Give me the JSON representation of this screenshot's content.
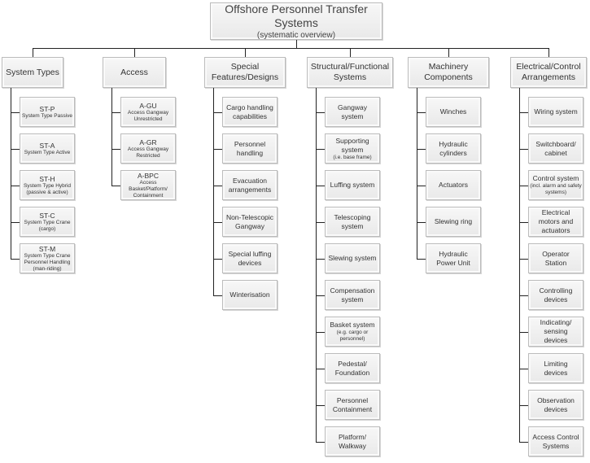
{
  "diagram": {
    "title": "Offshore Personnel Transfer Systems",
    "subtitle": "(systematic overview)",
    "categories": [
      {
        "label": "System Types",
        "items": [
          {
            "code": "ST-P",
            "desc": "System Type Passive"
          },
          {
            "code": "ST-A",
            "desc": "System Type Active"
          },
          {
            "code": "ST-H",
            "desc": "System Type Hybrid (passive & active)"
          },
          {
            "code": "ST-C",
            "desc": "System Type Crane (cargo)"
          },
          {
            "code": "ST-M",
            "desc": "System Type Crane Personnel Handling (man-riding)"
          }
        ]
      },
      {
        "label": "Access",
        "items": [
          {
            "code": "A-GU",
            "desc": "Access Gangway Unrestricted"
          },
          {
            "code": "A-GR",
            "desc": "Access Gangway Restricted"
          },
          {
            "code": "A-BPC",
            "desc": "Access Basket/Platform/ Containment"
          }
        ]
      },
      {
        "label": "Special Features/Designs",
        "items": [
          {
            "label": "Cargo handling capabilities"
          },
          {
            "label": "Personnel handling"
          },
          {
            "label": "Evacuation arrangements"
          },
          {
            "label": "Non-Telescopic Gangway"
          },
          {
            "label": "Special luffing devices"
          },
          {
            "label": "Winterisation"
          }
        ]
      },
      {
        "label": "Structural/Functional Systems",
        "items": [
          {
            "label": "Gangway system"
          },
          {
            "label": "Supporting system",
            "note": "(i.e. base frame)"
          },
          {
            "label": "Luffing system"
          },
          {
            "label": "Telescoping system"
          },
          {
            "label": "Slewing system"
          },
          {
            "label": "Compensation system"
          },
          {
            "label": "Basket system",
            "note": "(e.g. cargo or personnel)"
          },
          {
            "label": "Pedestal/ Foundation"
          },
          {
            "label": "Personnel Containment"
          },
          {
            "label": "Platform/ Walkway"
          }
        ]
      },
      {
        "label": "Machinery Components",
        "items": [
          {
            "label": "Winches"
          },
          {
            "label": "Hydraulic cylinders"
          },
          {
            "label": "Actuators"
          },
          {
            "label": "Slewing ring"
          },
          {
            "label": "Hydraulic Power Unit"
          }
        ]
      },
      {
        "label": "Electrical/Control Arrangements",
        "items": [
          {
            "label": "Wiring system"
          },
          {
            "label": "Switchboard/ cabinet"
          },
          {
            "label": "Control system",
            "note": "(incl. alarm and safety systems)"
          },
          {
            "label": "Electrical motors and actuators"
          },
          {
            "label": "Operator Station"
          },
          {
            "label": "Controlling devices"
          },
          {
            "label": "Indicating/ sensing devices"
          },
          {
            "label": "Limiting devices"
          },
          {
            "label": "Observation devices"
          },
          {
            "label": "Access Control Systems"
          }
        ]
      }
    ]
  }
}
